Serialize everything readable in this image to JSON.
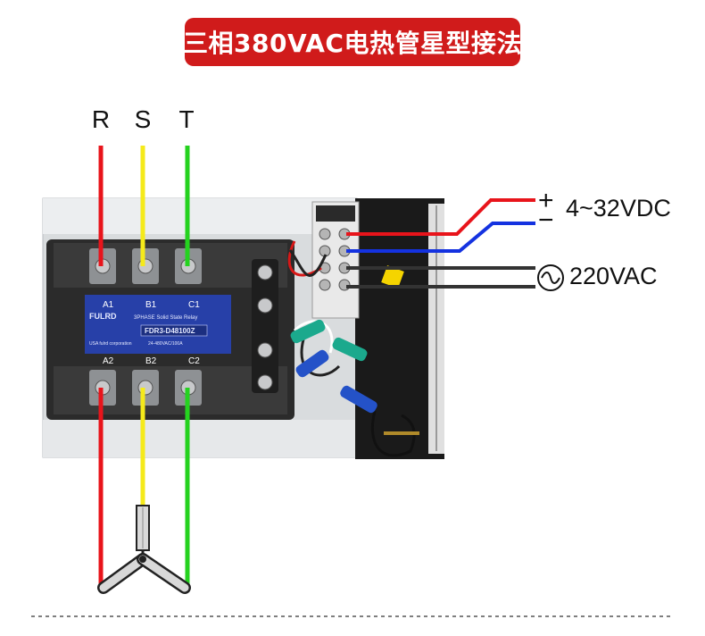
{
  "title": "三相380VAC电热管星型接法",
  "phases": [
    "R",
    "S",
    "T"
  ],
  "dc_label": "4~32VDC",
  "plus_symbol": "+",
  "minus_symbol": "−",
  "ac_label": "220VAC",
  "relay": {
    "brand": "FULRD",
    "description": "3PHASE Solid State Relay",
    "model": "FDR3-D48100Z",
    "rating": "24-480VAC/100A",
    "company": "USA fulrd corporation",
    "top_terminals": [
      "A1",
      "B1",
      "C1"
    ],
    "bottom_terminals": [
      "A2",
      "B2",
      "C2"
    ]
  },
  "colors": {
    "banner": "#d01b1b",
    "phase_r": "#e8141b",
    "phase_s": "#f5ea1a",
    "phase_t": "#25d21f",
    "dc_plus": "#e8141b",
    "dc_minus": "#1432e0",
    "ac": "#333333"
  }
}
